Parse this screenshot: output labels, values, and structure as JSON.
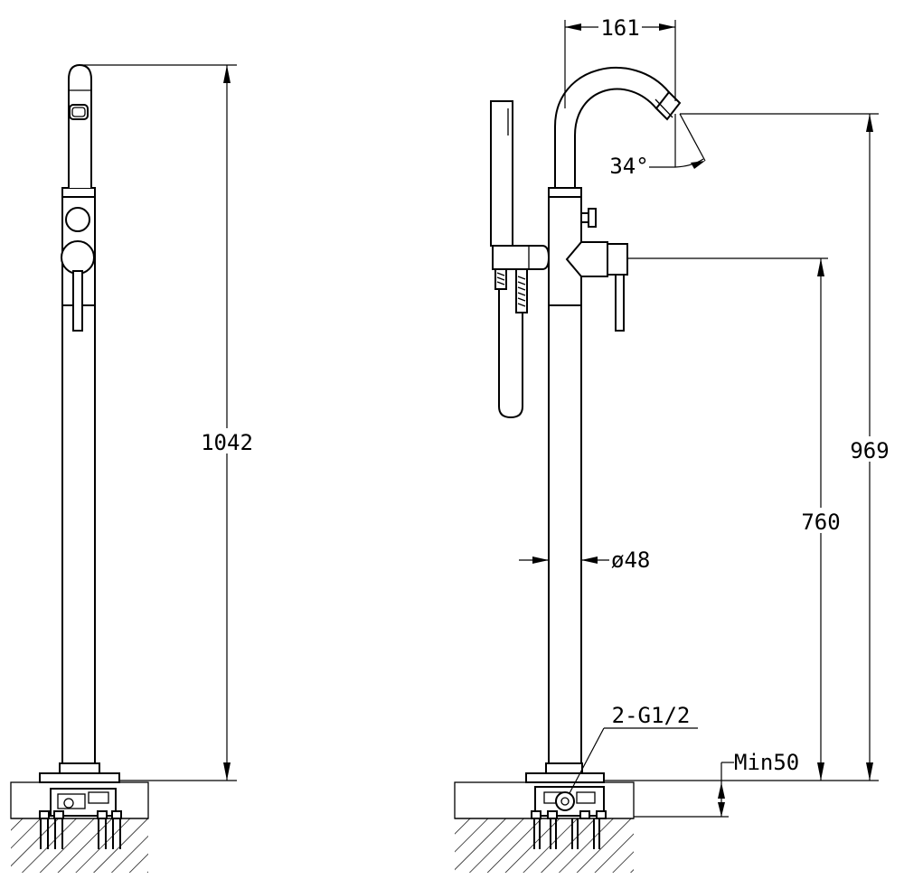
{
  "dimensions": {
    "total_height": "1042",
    "spout_reach": "161",
    "spout_angle": "34°",
    "spout_outlet_height": "969",
    "handle_height": "760",
    "body_diameter": "ø48",
    "inlet_thread": "2-G1/2",
    "min_depth": "Min50"
  },
  "colors": {
    "line": "#000000",
    "background": "#ffffff"
  }
}
